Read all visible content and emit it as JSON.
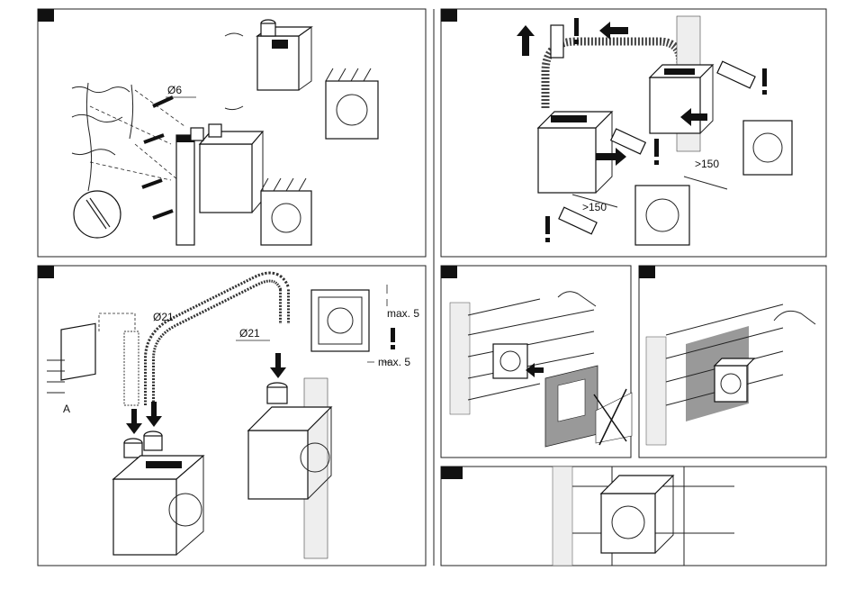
{
  "panels": [
    {
      "id": "p1",
      "labels": {
        "diameter": "Ø6"
      }
    },
    {
      "id": "p2",
      "labels": {
        "dist_left": ">150",
        "dist_right": ">150"
      }
    },
    {
      "id": "p3",
      "labels": {
        "diam_left": "Ø21",
        "diam_right": "Ø21",
        "max_top": "max. 5",
        "max_bottom": "max. 5",
        "part_a": "A"
      }
    },
    {
      "id": "p4",
      "labels": {}
    },
    {
      "id": "p5",
      "labels": {}
    },
    {
      "id": "p6",
      "labels": {}
    }
  ],
  "icons": [
    "warning-exclamation-icon",
    "arrow-icon",
    "dowel-icon",
    "cross-out-icon"
  ]
}
